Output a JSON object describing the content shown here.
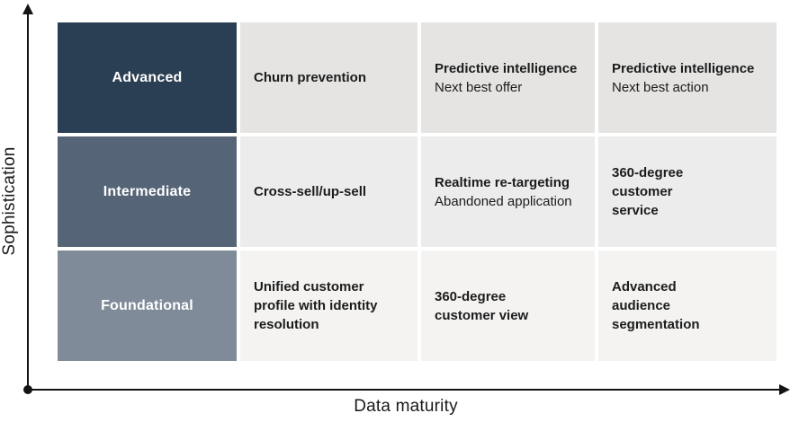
{
  "axes": {
    "y_label": "Sophistication",
    "x_label": "Data maturity",
    "axis_color": "#141414"
  },
  "matrix": {
    "rows": [
      {
        "level": "Advanced",
        "label_bg": "#2b3f54",
        "cell_bg": "#e5e4e3",
        "cells": [
          {
            "primary": "Churn prevention"
          },
          {
            "primary": "Predictive intelligence",
            "secondary": "Next best offer"
          },
          {
            "primary": "Predictive intelligence",
            "secondary": "Next best action"
          }
        ]
      },
      {
        "level": "Intermediate",
        "label_bg": "#566477",
        "cell_bg": "#edecec",
        "cells": [
          {
            "primary": "Cross-sell/up-sell"
          },
          {
            "primary": "Realtime re-targeting",
            "secondary": "Abandoned application"
          },
          {
            "primary": "360-degree customer service"
          }
        ]
      },
      {
        "level": "Foundational",
        "label_bg": "#7f8b98",
        "cell_bg": "#f4f3f2",
        "cells": [
          {
            "primary": "Unified customer profile with identity resolution"
          },
          {
            "primary": "360-degree customer view"
          },
          {
            "primary": "Advanced audience segmentation"
          }
        ]
      }
    ]
  }
}
